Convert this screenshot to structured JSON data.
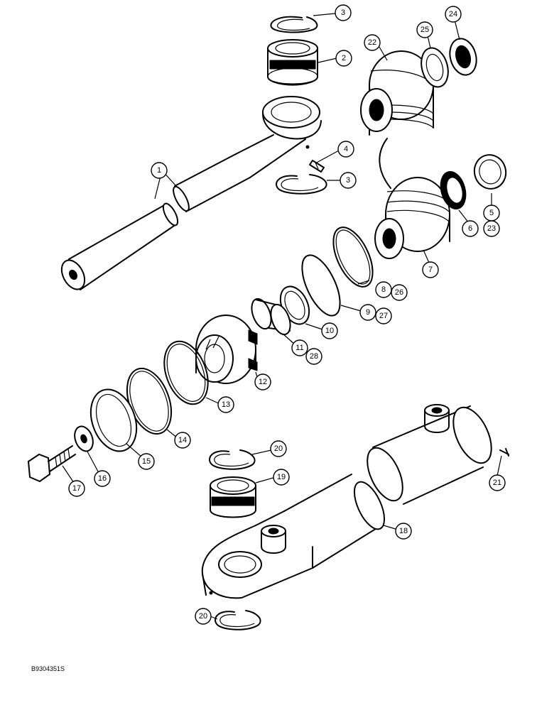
{
  "figure": {
    "id_label": "B9304351S"
  },
  "callouts": [
    {
      "label": "1"
    },
    {
      "label": "2"
    },
    {
      "label": "3"
    },
    {
      "label": "3"
    },
    {
      "label": "4"
    },
    {
      "label": "5"
    },
    {
      "label": "23"
    },
    {
      "label": "6"
    },
    {
      "label": "7"
    },
    {
      "label": "8"
    },
    {
      "label": "26"
    },
    {
      "label": "9"
    },
    {
      "label": "27"
    },
    {
      "label": "10"
    },
    {
      "label": "11"
    },
    {
      "label": "28"
    },
    {
      "label": "12"
    },
    {
      "label": "13"
    },
    {
      "label": "14"
    },
    {
      "label": "15"
    },
    {
      "label": "16"
    },
    {
      "label": "17"
    },
    {
      "label": "18"
    },
    {
      "label": "19"
    },
    {
      "label": "20"
    },
    {
      "label": "20"
    },
    {
      "label": "21"
    },
    {
      "label": "22"
    },
    {
      "label": "24"
    },
    {
      "label": "25"
    }
  ]
}
